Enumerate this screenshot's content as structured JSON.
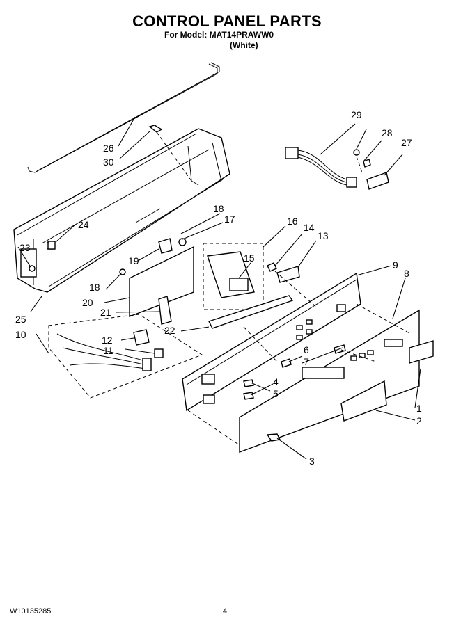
{
  "header": {
    "title": "CONTROL PANEL PARTS",
    "model": "For Model: MAT14PRAWW0",
    "color": "(White)"
  },
  "footer": {
    "document_number": "W10135285",
    "page_number": "4"
  },
  "callouts": [
    "1",
    "2",
    "3",
    "4",
    "5",
    "6",
    "7",
    "8",
    "9",
    "10",
    "11",
    "12",
    "13",
    "14",
    "15",
    "16",
    "17",
    "18",
    "18",
    "19",
    "20",
    "21",
    "22",
    "23",
    "24",
    "25",
    "26",
    "27",
    "28",
    "29",
    "30"
  ]
}
